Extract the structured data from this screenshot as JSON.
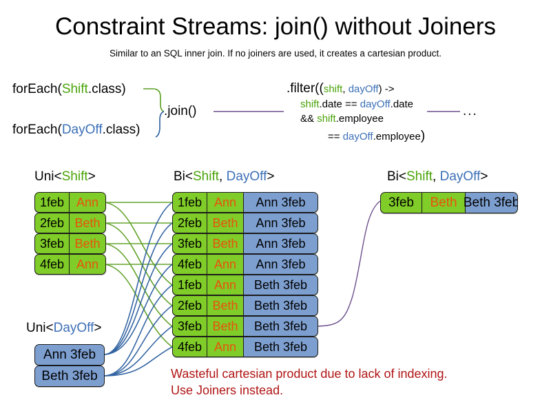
{
  "header": {
    "title": "Constraint Streams: join() without Joiners",
    "subtitle": "Similar to an SQL inner join. If no joiners are used, it creates a cartesian product."
  },
  "code": {
    "for_each_shift": {
      "prefix": "forEach(",
      "type": "Shift",
      "suffix": ".class)"
    },
    "for_each_dayoff": {
      "prefix": "forEach(",
      "type": "DayOff",
      "suffix": ".class)"
    },
    "join_call": ".join()",
    "filter": {
      "line1_prefix": ".filter((",
      "line1_param1": "shift",
      "line1_comma": ", ",
      "line1_param2": "dayOff",
      "line1_suffix": ") ->",
      "line2_a": "shift",
      "line2_b": ".date == ",
      "line2_c": "dayOff",
      "line2_d": ".date",
      "line3_a": "&& ",
      "line3_b": "shift",
      "line3_c": ".employee",
      "line4_a": "== ",
      "line4_b": "dayOff",
      "line4_c": ".employee",
      "line4_d": ")"
    },
    "ellipsis": "..."
  },
  "streams": {
    "uni_shift_label": {
      "prefix": "Uni<",
      "type": "Shift",
      "suffix": ">"
    },
    "bi_label": {
      "prefix": "Bi<",
      "type1": "Shift",
      "comma": ", ",
      "type2": "DayOff",
      "suffix": ">"
    },
    "bi_right_label": {
      "prefix": "Bi<",
      "type1": "Shift",
      "comma": ", ",
      "type2": "DayOff",
      "suffix": ">"
    },
    "uni_dayoff_label": {
      "prefix": "Uni<",
      "type": "DayOff",
      "suffix": ">"
    }
  },
  "uni_shift_rows": [
    {
      "date": "1feb",
      "employee": "Ann"
    },
    {
      "date": "2feb",
      "employee": "Beth"
    },
    {
      "date": "3feb",
      "employee": "Beth"
    },
    {
      "date": "4feb",
      "employee": "Ann"
    }
  ],
  "uni_dayoff_rows": [
    {
      "label": "Ann 3feb"
    },
    {
      "label": "Beth 3feb"
    }
  ],
  "bi_rows": [
    {
      "date": "1feb",
      "employee": "Ann",
      "dayoff": "Ann 3feb"
    },
    {
      "date": "2feb",
      "employee": "Beth",
      "dayoff": "Ann 3feb"
    },
    {
      "date": "3feb",
      "employee": "Beth",
      "dayoff": "Ann 3feb"
    },
    {
      "date": "4feb",
      "employee": "Ann",
      "dayoff": "Ann 3feb"
    },
    {
      "date": "1feb",
      "employee": "Ann",
      "dayoff": "Beth 3feb"
    },
    {
      "date": "2feb",
      "employee": "Beth",
      "dayoff": "Beth 3feb"
    },
    {
      "date": "3feb",
      "employee": "Beth",
      "dayoff": "Beth 3feb"
    },
    {
      "date": "4feb",
      "employee": "Ann",
      "dayoff": "Beth 3feb"
    }
  ],
  "bi_result_rows": [
    {
      "date": "3feb",
      "employee": "Beth",
      "dayoff": "Beth 3feb"
    }
  ],
  "warning": {
    "line1": "Wasteful cartesian product due to lack of indexing.",
    "line2": "Use Joiners instead."
  },
  "colors": {
    "shift_green": "#80cc28",
    "dayoff_blue": "#7d9fd0",
    "employee_orange": "#e8520d",
    "type_green": "#4aa30a",
    "type_blue": "#3b6fb6",
    "warning_red": "#b01414",
    "wire_green": "#5a9e20",
    "wire_blue": "#2a5d9e",
    "wire_purple": "#6b4e8c"
  }
}
